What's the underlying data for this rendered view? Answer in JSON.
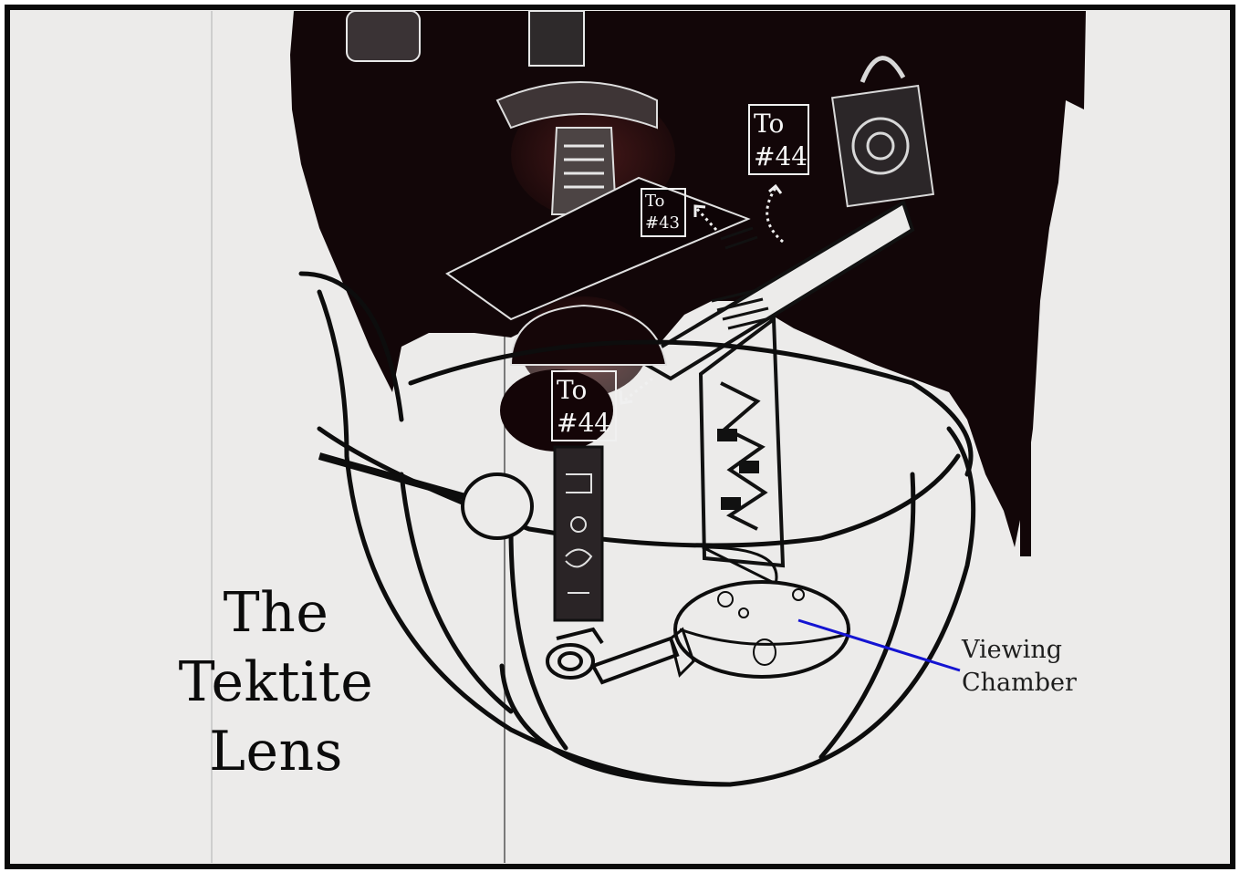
{
  "title": {
    "line1": "The",
    "line2": "Tektite",
    "line3": "Lens"
  },
  "callout": {
    "line1": "Viewing",
    "line2": "Chamber",
    "leader_color": "#1414d2"
  },
  "labels": {
    "upper_right": {
      "line1": "To",
      "line2": "#44"
    },
    "upper_left": {
      "line1": "To",
      "line2": "#43"
    },
    "lower": {
      "line1": "To",
      "line2": "#44"
    }
  },
  "colors": {
    "paper": "#ecebea",
    "ink": "#110608",
    "frame": "#0a0a0a",
    "label_text": "#f6f6f6",
    "arrow": "#f0f0f0"
  }
}
